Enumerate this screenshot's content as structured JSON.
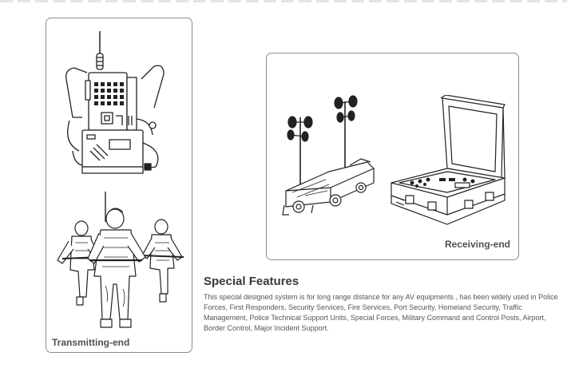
{
  "transmitting_panel": {
    "caption": "Transmitting-end",
    "device_illustration": "backpack-transmitter-illustration",
    "figures_illustration": "soldiers-illustration"
  },
  "receiving_panel": {
    "caption": "Receiving-end",
    "vehicle_illustration": "antenna-vehicle-illustration",
    "case_illustration": "receiver-case-illustration"
  },
  "features": {
    "title": "Special Features",
    "body": "This special designed system is for long range distance for any AV equipments , has been widely used in  Police Forces, First Responders, Security Services, Fire Services, Port Security, Homeland Security, Traffic Management, Police Technical Support Units, Special Forces, Military Command and Control Posts, Airport, Border Control, Major Incident Support."
  },
  "colors": {
    "line": "#222222",
    "panel_border": "#8d8d8d",
    "text": "#555555"
  }
}
